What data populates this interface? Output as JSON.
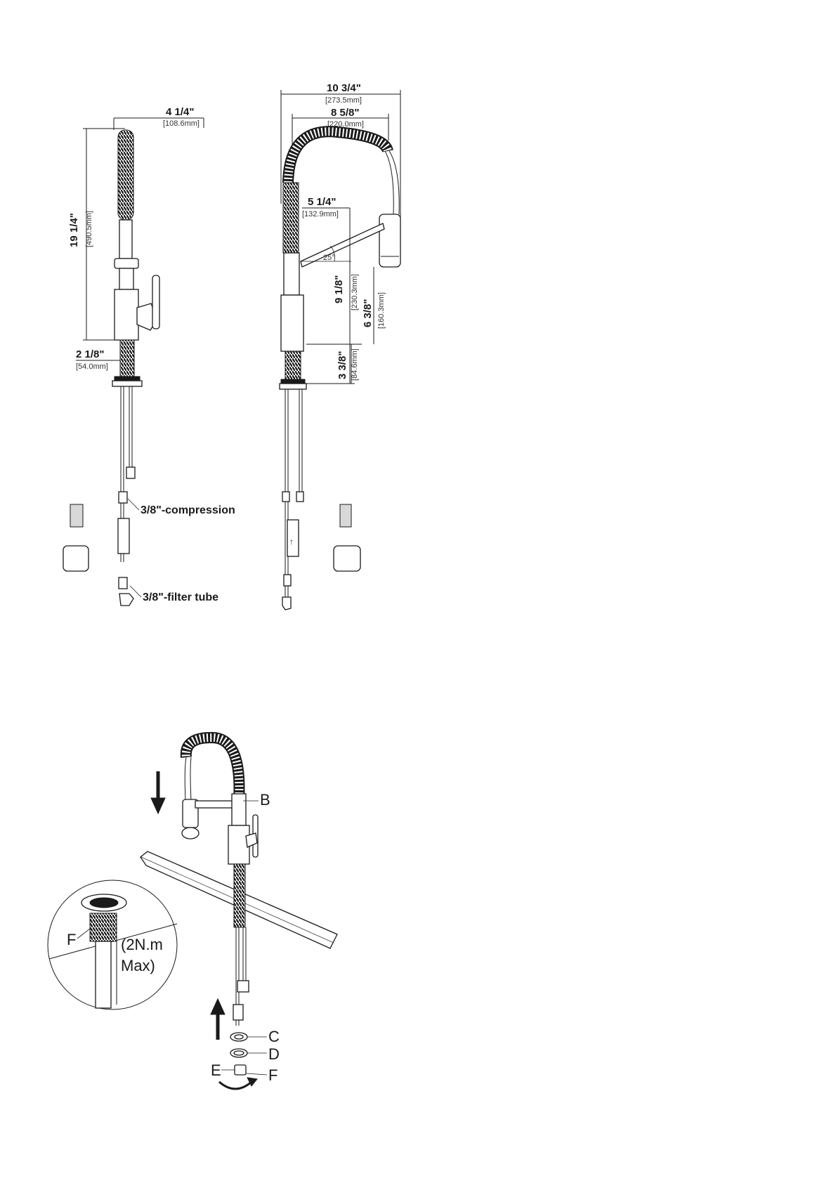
{
  "front_view": {
    "height_in": "19 1/4\"",
    "height_mm": "[490.5mm]",
    "width_in": "4 1/4\"",
    "width_mm": "[108.6mm]",
    "base_in": "2 1/8\"",
    "base_mm": "[54.0mm]",
    "compression_label": "3/8\"-compression",
    "filter_label": "3/8\"-filter tube"
  },
  "side_view": {
    "overall_in": "10 3/4\"",
    "overall_mm": "[273.5mm]",
    "arc_in": "8 5/8\"",
    "arc_mm": "[220.0mm]",
    "reach_in": "5 1/4\"",
    "reach_mm": "[132.9mm]",
    "angle": "25°",
    "spout_h_in": "9 1/8\"",
    "spout_h_mm": "[230.3mm]",
    "sprayer_h_in": "6 3/8\"",
    "sprayer_h_mm": "[160.3mm]",
    "base_h_in": "3 3/8\"",
    "base_h_mm": "[84.6mm]"
  },
  "install": {
    "label_b": "B",
    "label_c": "C",
    "label_d": "D",
    "label_e": "E",
    "label_f": "F",
    "callout_f": "F",
    "torque_line1": "(2N.m",
    "torque_line2": "Max)"
  }
}
